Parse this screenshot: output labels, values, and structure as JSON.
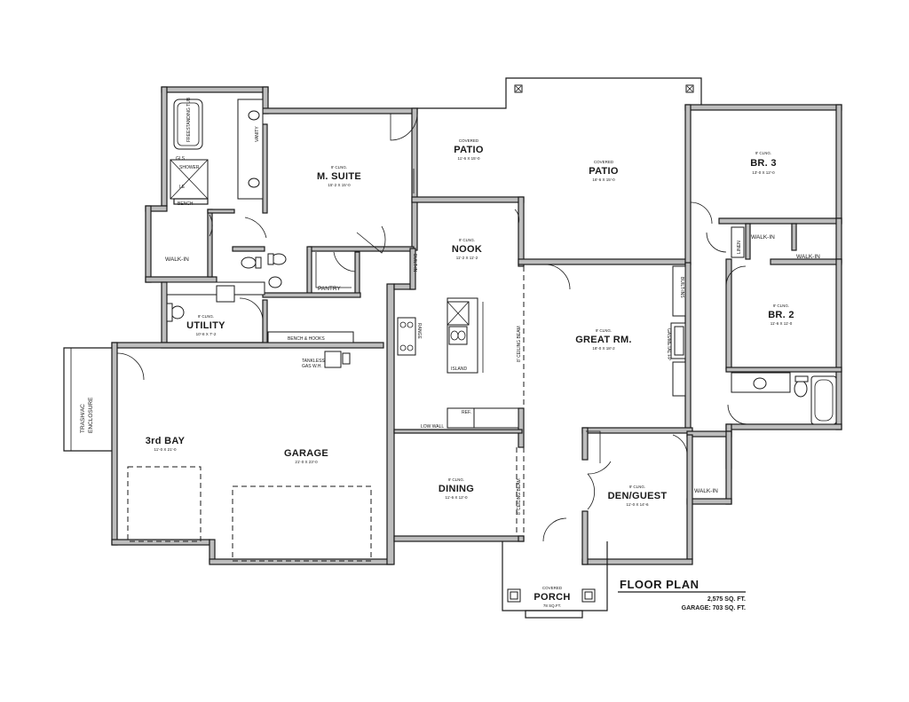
{
  "rooms": {
    "m_suite": {
      "name": "M. SUITE",
      "ceiling": "9' CLNG.",
      "dims": "15'-2 X 15'-0"
    },
    "covered_patio_1": {
      "note": "COVERED",
      "name": "PATIO",
      "dims": "11'-6 X 15'-0"
    },
    "covered_patio_2": {
      "note": "COVERED",
      "name": "PATIO",
      "dims": "16'-6 X 15'-0"
    },
    "br3": {
      "name": "BR. 3",
      "ceiling": "9' CLNG.",
      "dims": "13'-0 X 12'-0"
    },
    "nook": {
      "name": "NOOK",
      "ceiling": "9' CLNG.",
      "dims": "11'-2 X 11'-2"
    },
    "walk_in_master": {
      "name": "WALK-IN"
    },
    "pantry": {
      "name": "PANTRY"
    },
    "linen": {
      "name": "LINEN"
    },
    "walk_in_br3": {
      "name": "WALK-IN"
    },
    "walk_in_br2": {
      "name": "WALK-IN"
    },
    "br2": {
      "name": "BR. 2",
      "ceiling": "9' CLNG.",
      "dims": "11'-6 X 11'-0"
    },
    "utility": {
      "name": "UTILITY",
      "ceiling": "9' CLNG.",
      "dims": "10'-8 X 7'-2"
    },
    "great_rm": {
      "name": "GREAT RM.",
      "ceiling": "9' CLNG.",
      "dims": "18'-0 X 18'-2"
    },
    "third_bay": {
      "name": "3rd BAY",
      "dims": "11'-0 X 21'-0"
    },
    "garage": {
      "name": "GARAGE",
      "dims": "21'-0 X 23'-0"
    },
    "dining": {
      "name": "DINING",
      "ceiling": "9' CLNG.",
      "dims": "11'-6 X 12'-0"
    },
    "den_guest": {
      "name": "DEN/GUEST",
      "ceiling": "9' CLNG.",
      "dims": "11'-0 X 14'-6"
    },
    "walk_in_den": {
      "name": "WALK-IN"
    },
    "porch": {
      "note": "COVERED",
      "name": "PORCH",
      "dims": "78 SQ.FT."
    }
  },
  "labels": {
    "trash": "TRASH/AC",
    "enclosure": "ENCLOSURE",
    "bench_hooks": "BENCH & HOOKS",
    "tankless": "TANKLESS",
    "gas_wh": "GAS W.H.",
    "island": "ISLAND",
    "ref": "REF.",
    "low_wall": "LOW WALL",
    "built_ins_great": "BUILT-INS",
    "gas_fp": "GAS/METAL FP",
    "ceiling_beam_1": "8' CEILING BEAM",
    "ceiling_beam_2": "8' CEILING BEAM",
    "range": "RANGE",
    "built_in": "BUILT-IN",
    "freestanding_tub": "FREESTANDING TUB",
    "shower": "SHOWER",
    "glass": "GLS",
    "bench": "BENCH",
    "vanity": "VANITY",
    "le": "LE"
  },
  "summary": {
    "title": "FLOOR PLAN",
    "area_main": "2,575 SQ. FT.",
    "area_garage": "GARAGE: 703 SQ. FT."
  }
}
